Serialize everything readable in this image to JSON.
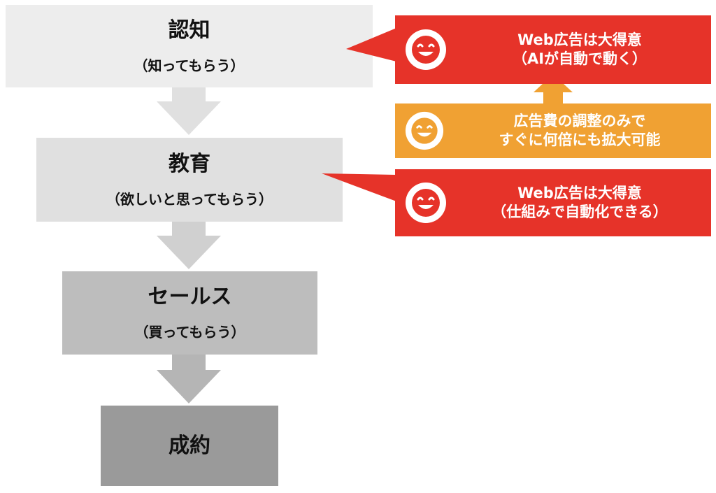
{
  "stages": [
    {
      "title": "認知",
      "subtitle": "（知ってもらう）"
    },
    {
      "title": "教育",
      "subtitle": "（欲しいと思ってもらう）"
    },
    {
      "title": "セールス",
      "subtitle": "（買ってもらう）"
    },
    {
      "title": "成約",
      "subtitle": ""
    }
  ],
  "callouts": [
    {
      "line1": "Web広告は大得意",
      "line2": "（AIが自動で動く）",
      "color": "#e63329"
    },
    {
      "line1": "広告費の調整のみで",
      "line2": "すぐに何倍にも拡大可能",
      "color": "#f0a133"
    },
    {
      "line1": "Web広告は大得意",
      "line2": "（仕組みで自動化できる）",
      "color": "#e63329"
    }
  ],
  "colors": {
    "stage1": "#ededed",
    "stage2": "#e0e0e0",
    "stage3": "#bdbdbd",
    "stage4": "#9a9a9a",
    "arrow_light": "#e0e0e0",
    "arrow_mid": "#c9c9c9",
    "arrow_dark": "#b5b5b5",
    "up_arrow": "#f0a133"
  },
  "icons": [
    "smiley-face-icon",
    "down-arrow-icon",
    "up-arrow-icon",
    "callout-pointer"
  ]
}
